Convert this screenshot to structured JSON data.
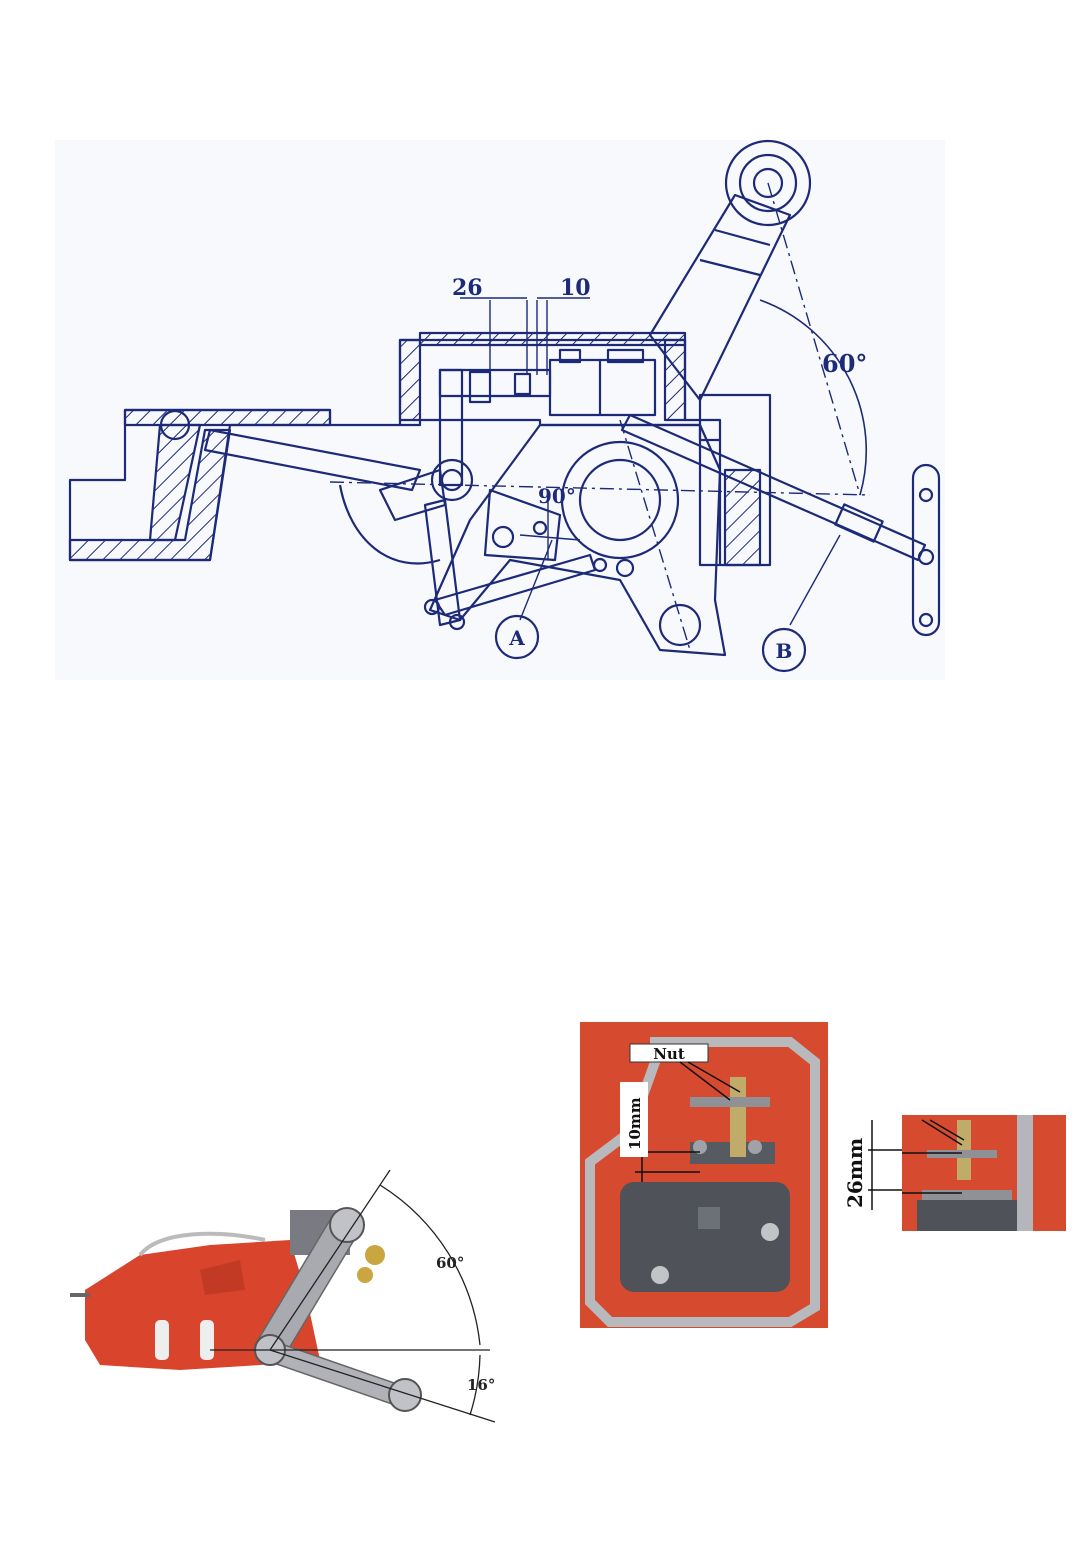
{
  "drawing": {
    "dim_left": "26",
    "dim_right": "10",
    "angle_arm": "60°",
    "angle_linkage": "90°",
    "callout_a": "A",
    "callout_b": "B",
    "line_color": "#1c2a78",
    "hatch_color": "#1c2a78"
  },
  "photo_lift": {
    "angle_upper": "60°",
    "angle_lower": "16°",
    "body_color": "#d8452c"
  },
  "photo_valve": {
    "nut_label": "Nut",
    "dim_label": "10mm",
    "body_color": "#d64a30"
  },
  "photo_detail": {
    "dim_label": "26mm"
  }
}
